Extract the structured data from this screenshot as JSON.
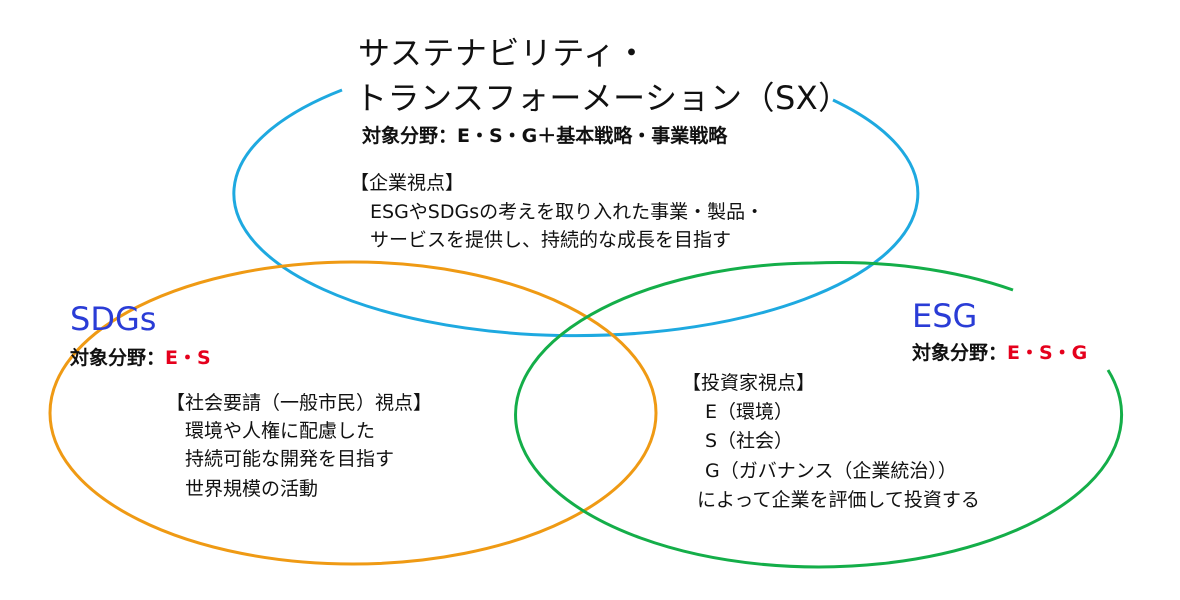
{
  "colors": {
    "sx_circle": "#1ea9e0",
    "sdgs_circle": "#ef9a14",
    "esg_circle": "#14ae49",
    "heading_blue": "#2a3cd6",
    "field_red": "#e5001c"
  },
  "sx": {
    "title_line1": "サステナビリティ・",
    "title_line2": "トランスフォーメーション（SX）",
    "field_label": "対象分野：E・S・G＋基本戦略・事業戦略",
    "viewpoint": "【企業視点】",
    "desc_line1": "ESGやSDGsの考えを取り入れた事業・製品・",
    "desc_line2": "サービスを提供し、持続的な成長を目指す"
  },
  "sdgs": {
    "title": "SDGs",
    "field_label": "対象分野：",
    "field_value": "E・S",
    "viewpoint": "【社会要請（一般市民）視点】",
    "desc_line1": "環境や人権に配慮した",
    "desc_line2": "持続可能な開発を目指す",
    "desc_line3": "世界規模の活動"
  },
  "esg": {
    "title": "ESG",
    "field_label": "対象分野：",
    "field_value": "E・S・G",
    "viewpoint": "【投資家視点】",
    "desc_line1": "E（環境）",
    "desc_line2": "S（社会）",
    "desc_line3": "G（ガバナンス（企業統治））",
    "desc_line4": "によって企業を評価して投資する"
  }
}
